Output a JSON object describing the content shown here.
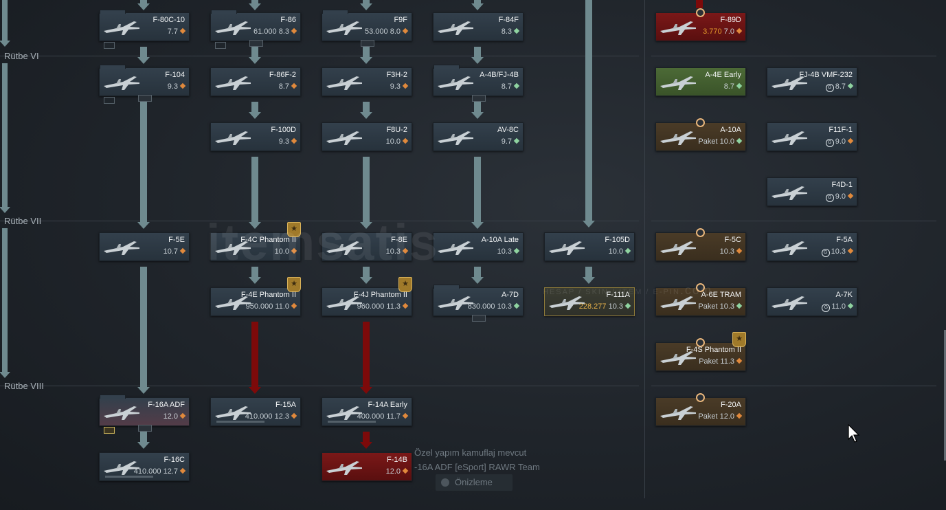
{
  "ranks": [
    {
      "label": "Rütbe VI"
    },
    {
      "label": "Rütbe VII"
    },
    {
      "label": "Rütbe VIII"
    }
  ],
  "aircraft": [
    {
      "name": "F-80C-10",
      "price": "",
      "br": "7.7",
      "dia": "orange"
    },
    {
      "name": "F-86",
      "price": "61.000",
      "br": "8.3",
      "dia": "orange"
    },
    {
      "name": "F9F",
      "price": "53.000",
      "br": "8.0",
      "dia": "orange"
    },
    {
      "name": "F-84F",
      "price": "",
      "br": "8.3",
      "dia": "green"
    },
    {
      "name": "F-89D",
      "price": "3.770",
      "br": "7.0",
      "dia": "orange"
    },
    {
      "name": "F-104",
      "price": "",
      "br": "9.3",
      "dia": "orange"
    },
    {
      "name": "F-86F-2",
      "price": "",
      "br": "8.7",
      "dia": "orange"
    },
    {
      "name": "F3H-2",
      "price": "",
      "br": "9.3",
      "dia": "orange"
    },
    {
      "name": "A-4B/FJ-4B",
      "price": "",
      "br": "8.7",
      "dia": "green"
    },
    {
      "name": "A-4E Early",
      "price": "",
      "br": "8.7",
      "dia": "green"
    },
    {
      "name": "FJ-4B VMF-232",
      "price": "",
      "br": "8.7",
      "dia": "green"
    },
    {
      "name": "F-100D",
      "price": "",
      "br": "9.3",
      "dia": "orange"
    },
    {
      "name": "F8U-2",
      "price": "",
      "br": "10.0",
      "dia": "orange"
    },
    {
      "name": "AV-8C",
      "price": "",
      "br": "9.7",
      "dia": "green"
    },
    {
      "name": "A-10A",
      "price": "Paket",
      "br": "10.0",
      "dia": "green"
    },
    {
      "name": "F11F-1",
      "price": "",
      "br": "9.0",
      "dia": "orange"
    },
    {
      "name": "F4D-1",
      "price": "",
      "br": "9.0",
      "dia": "orange"
    },
    {
      "name": "F-5E",
      "price": "",
      "br": "10.7",
      "dia": "orange"
    },
    {
      "name": "F-4C Phantom II",
      "price": "",
      "br": "10.0",
      "dia": "orange"
    },
    {
      "name": "F-8E",
      "price": "",
      "br": "10.3",
      "dia": "orange"
    },
    {
      "name": "A-10A Late",
      "price": "",
      "br": "10.3",
      "dia": "green"
    },
    {
      "name": "F-105D",
      "price": "",
      "br": "10.0",
      "dia": "green"
    },
    {
      "name": "F-5C",
      "price": "",
      "br": "10.3",
      "dia": "orange"
    },
    {
      "name": "F-5A",
      "price": "",
      "br": "10.3",
      "dia": "orange"
    },
    {
      "name": "F-4E Phantom II",
      "price": "950.000",
      "br": "11.0",
      "dia": "orange"
    },
    {
      "name": "F-4J Phantom II",
      "price": "960.000",
      "br": "11.3",
      "dia": "orange"
    },
    {
      "name": "A-7D",
      "price": "830.000",
      "br": "10.3",
      "dia": "green"
    },
    {
      "name": "F-111A",
      "price": "228.277",
      "br": "10.3",
      "dia": "green"
    },
    {
      "name": "A-6E TRAM",
      "price": "Paket",
      "br": "10.3",
      "dia": "green"
    },
    {
      "name": "A-7K",
      "price": "",
      "br": "11.0",
      "dia": "green"
    },
    {
      "name": "F-4S Phantom II",
      "price": "Paket",
      "br": "11.3",
      "dia": "orange"
    },
    {
      "name": "F-16A ADF",
      "price": "",
      "br": "12.0",
      "dia": "orange"
    },
    {
      "name": "F-15A",
      "price": "410.000",
      "br": "12.3",
      "dia": "orange"
    },
    {
      "name": "F-14A Early",
      "price": "400.000",
      "br": "11.7",
      "dia": "orange"
    },
    {
      "name": "F-20A",
      "price": "Paket",
      "br": "12.0",
      "dia": "orange"
    },
    {
      "name": "F-16C",
      "price": "410.000",
      "br": "12.7",
      "dia": "orange"
    },
    {
      "name": "F-14B",
      "price": "",
      "br": "12.0",
      "dia": "orange"
    }
  ],
  "tooltip": {
    "line1": "Özel yapım kamuflaj mevcut",
    "line2": "-16A ADF [eSport] RAWR Team",
    "preview_label": "Önizleme"
  },
  "watermark": {
    "main": "itemsatis",
    "sub": "HESAP / SKIN / ITEM / E-PIN",
    "domain": ".com"
  }
}
